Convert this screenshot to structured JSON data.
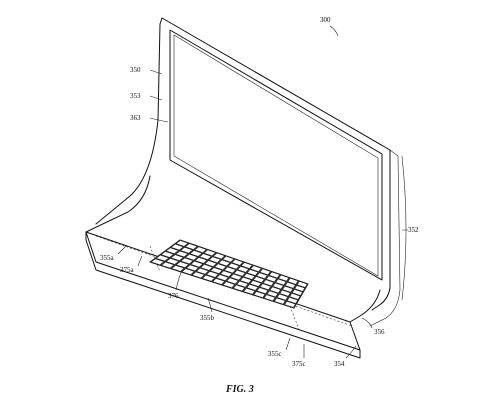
{
  "figure": {
    "caption": "FIG. 3",
    "labels": {
      "l300": "300",
      "l350": "350",
      "l353": "353",
      "l363": "363",
      "l352": "352",
      "l355a": "355a",
      "l375a": "375a",
      "l376": "376",
      "l355b": "355b",
      "l356": "356",
      "l355c": "355c",
      "l375c": "375c",
      "l354": "354"
    }
  }
}
